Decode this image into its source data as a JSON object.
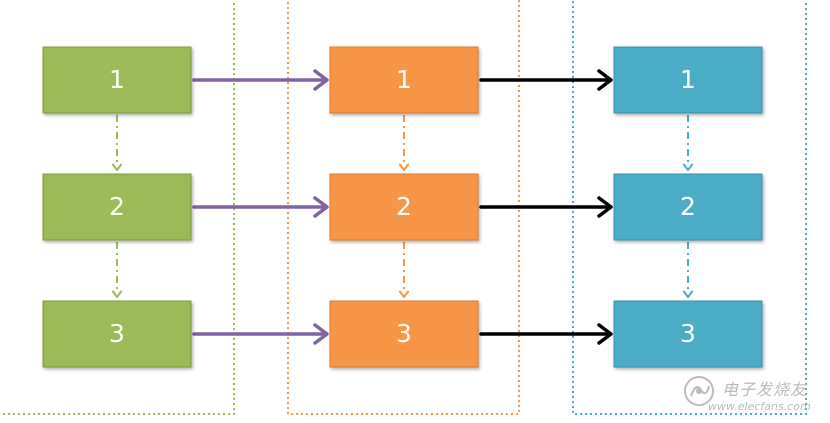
{
  "diagram": {
    "columns": [
      {
        "name": "green",
        "fill": "#9BBB59",
        "stroke": "#7E9E3F",
        "frame_color": "#9BBB59",
        "connector_color": "#9BBB59",
        "boxes": [
          "1",
          "2",
          "3"
        ]
      },
      {
        "name": "orange",
        "fill": "#F79646",
        "stroke": "#D87A2F",
        "frame_color": "#F79646",
        "connector_color": "#F79646",
        "boxes": [
          "1",
          "2",
          "3"
        ]
      },
      {
        "name": "blue",
        "fill": "#4BACC6",
        "stroke": "#3791AA",
        "frame_color": "#4BACC6",
        "connector_color": "#4BACC6",
        "boxes": [
          "1",
          "2",
          "3"
        ]
      }
    ],
    "arrow_colors": {
      "first_stage": "#8064A2",
      "second_stage": "#000000"
    }
  },
  "watermark": {
    "name_cn": "电子发烧友",
    "url": "www.elecfans.com"
  }
}
